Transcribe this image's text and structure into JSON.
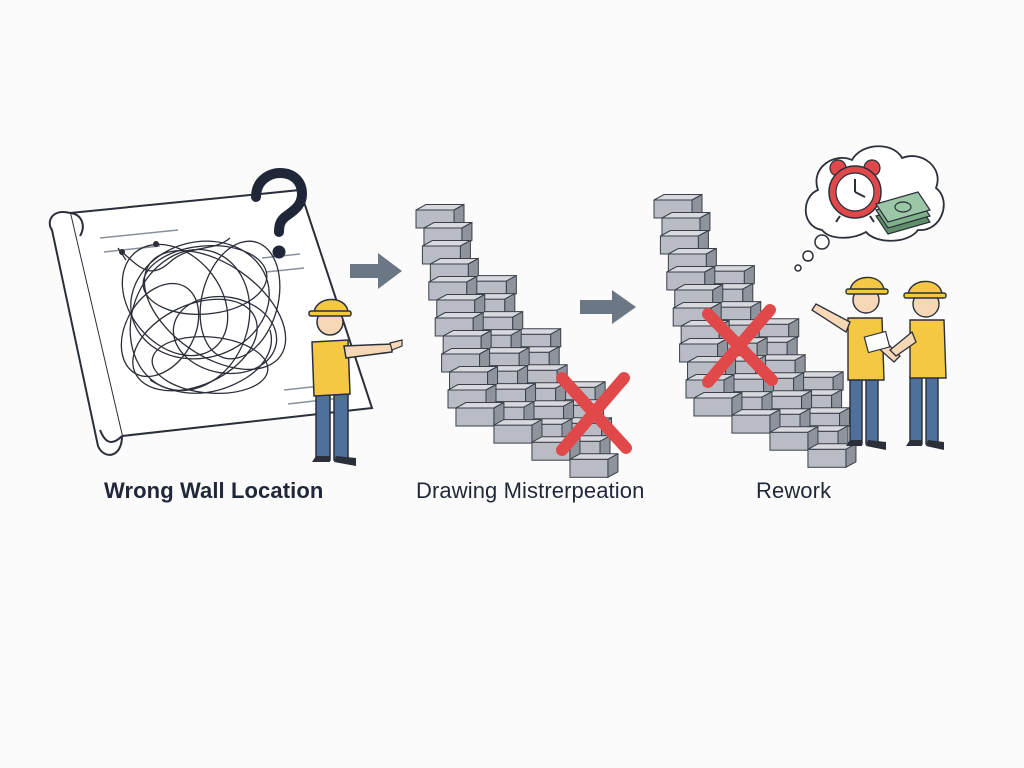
{
  "steps": [
    {
      "label": "Wrong Wall Location",
      "icon": "tangled-blueprint-question-icon"
    },
    {
      "label": "Drawing Mistrerpeation",
      "icon": "brick-wall-wrong-icon"
    },
    {
      "label": "Rework",
      "icon": "workers-time-money-icon"
    }
  ],
  "colors": {
    "ink": "#1f2738",
    "brick_face": "#b9bcc4",
    "brick_top": "#d7d9de",
    "brick_side": "#8f939c",
    "arrow": "#6b7785",
    "cross": "#e0484a",
    "vest": "#f4c842",
    "pants": "#4f6f9c",
    "skin": "#f6d7b6"
  }
}
